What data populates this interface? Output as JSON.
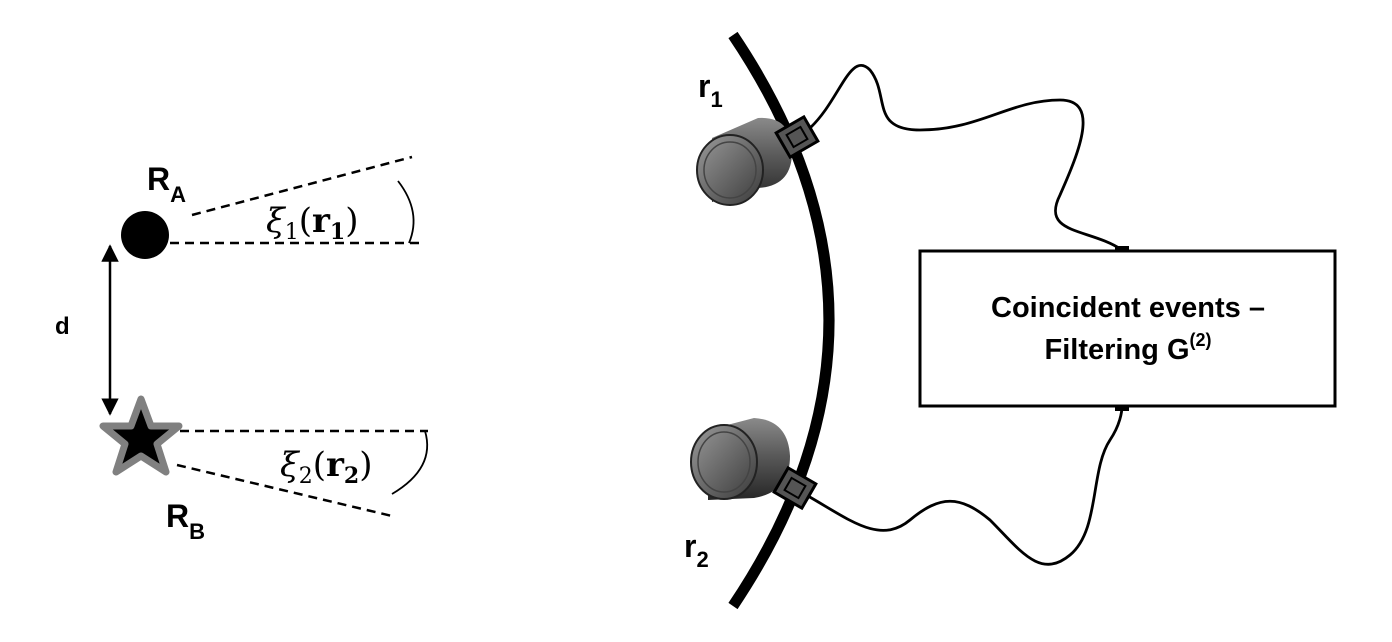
{
  "sources": {
    "a_label": {
      "main": "R",
      "sub": "A"
    },
    "b_label": {
      "main": "R",
      "sub": "B"
    },
    "distance_label": "d"
  },
  "phases": {
    "xi1": {
      "symbol": "ξ",
      "index": "1",
      "open": "(",
      "arg": "r",
      "arg_index": "1",
      "close": ")"
    },
    "xi2": {
      "symbol": "ξ",
      "index": "2",
      "open": "(",
      "arg": "r",
      "arg_index": "2",
      "close": ")"
    }
  },
  "detectors": {
    "r1_label": {
      "main": "r",
      "sub": "1"
    },
    "r2_label": {
      "main": "r",
      "sub": "2"
    }
  },
  "filter_box": {
    "line1": "Coincident events –",
    "line2_prefix": "Filtering G",
    "line2_sup": "(2)"
  },
  "colors": {
    "ink": "#000000",
    "star_outline": "#808080",
    "detector_body": "#555555"
  }
}
